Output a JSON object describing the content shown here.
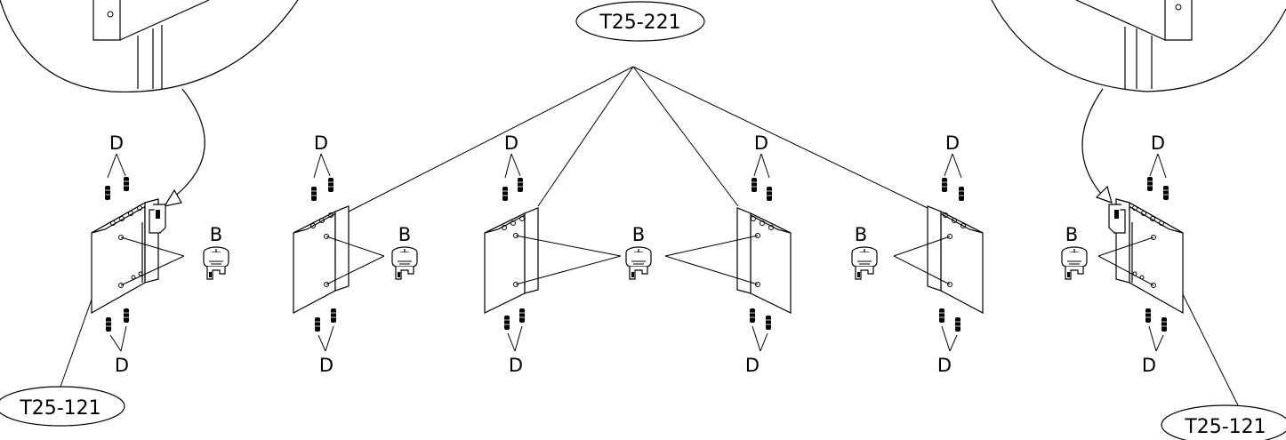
{
  "labels": {
    "part_top": "T25-221",
    "part_left": "T25-121",
    "part_right": "T25-121",
    "dowel": "D",
    "cam": "B"
  },
  "colors": {
    "ink": "#000000",
    "paper": "#ffffff"
  }
}
